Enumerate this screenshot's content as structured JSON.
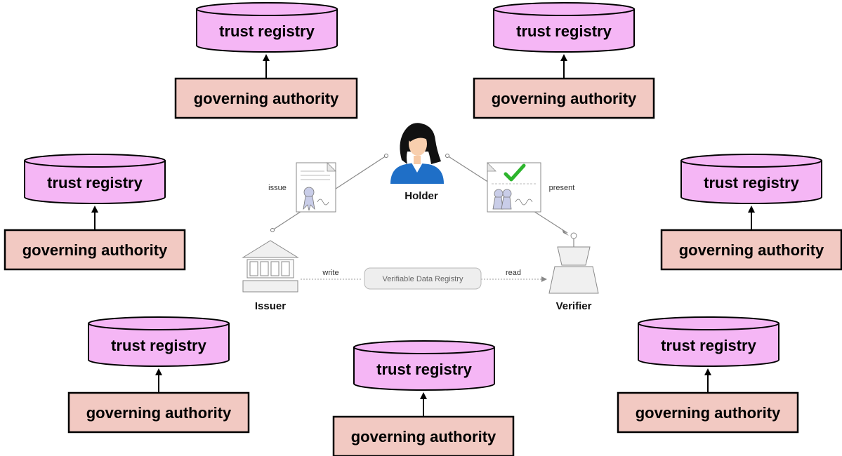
{
  "groups": [
    {
      "registry": "trust registry",
      "authority": "governing authority"
    },
    {
      "registry": "trust registry",
      "authority": "governing authority"
    },
    {
      "registry": "trust registry",
      "authority": "governing authority"
    },
    {
      "registry": "trust registry",
      "authority": "governing authority"
    },
    {
      "registry": "trust registry",
      "authority": "governing authority"
    },
    {
      "registry": "trust registry",
      "authority": "governing authority"
    },
    {
      "registry": "trust registry",
      "authority": "governing authority"
    }
  ],
  "model": {
    "holder": "Holder",
    "issuer": "Issuer",
    "verifier": "Verifier",
    "registry": "Verifiable Data Registry",
    "issue": "issue",
    "present": "present",
    "write": "write",
    "read": "read"
  },
  "colors": {
    "registry_fill": "#f5b6f5",
    "authority_fill": "#f2c9c2",
    "check": "#2db52d"
  },
  "icons": [
    "person-icon",
    "bank-icon",
    "turnstile-icon",
    "credential-icon",
    "presentation-icon",
    "checkmark-icon"
  ]
}
